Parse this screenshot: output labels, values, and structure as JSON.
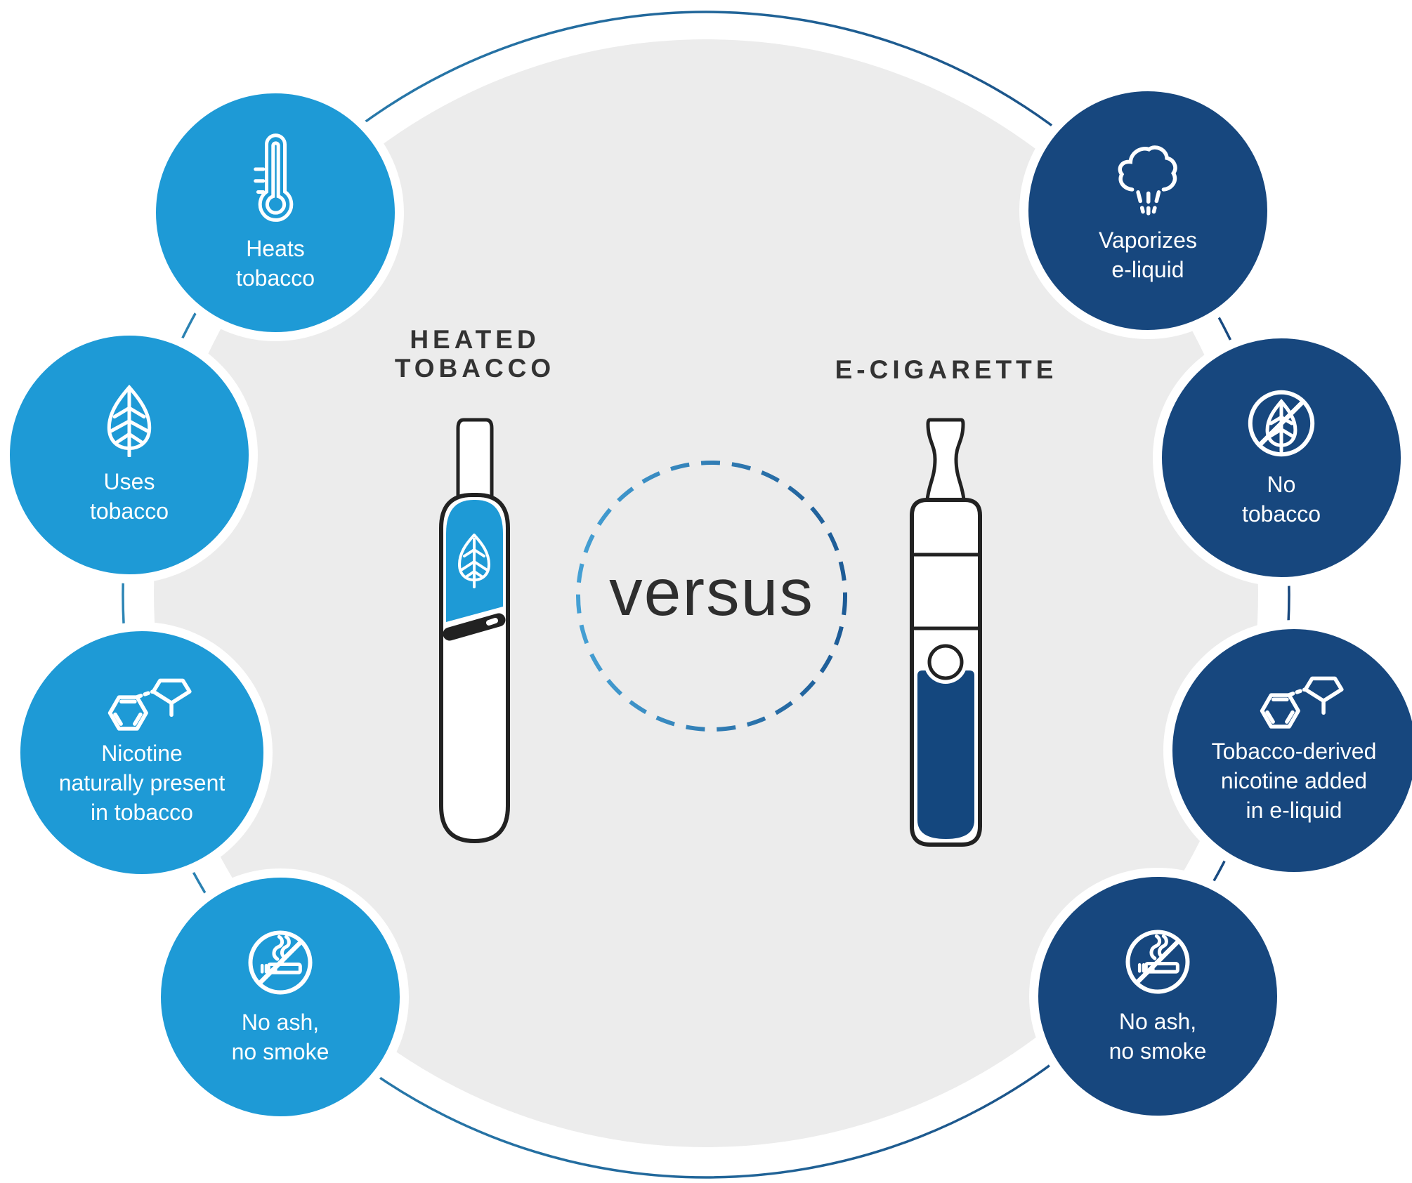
{
  "infographic": {
    "left_device": {
      "label_lines": [
        "HEATED",
        "TOBACCO"
      ]
    },
    "right_device": {
      "label": "E-CIGARETTE"
    },
    "versus_label": "versus",
    "bubbles": {
      "left": [
        {
          "icon": "thermometer-icon",
          "lines": [
            "Heats",
            "tobacco"
          ]
        },
        {
          "icon": "leaf-icon",
          "lines": [
            "Uses",
            "tobacco"
          ]
        },
        {
          "icon": "nicotine-molecule-icon",
          "lines": [
            "Nicotine",
            "naturally present",
            "in tobacco"
          ]
        },
        {
          "icon": "no-smoking-icon",
          "lines": [
            "No ash,",
            "no smoke"
          ]
        }
      ],
      "right": [
        {
          "icon": "vapor-cloud-icon",
          "lines": [
            "Vaporizes",
            "e-liquid"
          ]
        },
        {
          "icon": "no-tobacco-leaf-icon",
          "lines": [
            "No",
            "tobacco"
          ]
        },
        {
          "icon": "nicotine-molecule-icon",
          "lines": [
            "Tobacco-derived",
            "nicotine added",
            "in e-liquid"
          ]
        },
        {
          "icon": "no-smoking-icon",
          "lines": [
            "No ash,",
            "no smoke"
          ]
        }
      ]
    },
    "colors": {
      "light_blue": "#1e9ad6",
      "dark_blue": "#17477e",
      "ellipse_gray": "#ececec",
      "outline_dark": "#222222",
      "text_dark": "#333333",
      "liquid_blue": "#14477e",
      "arc_gradient_left": "#2c85b5",
      "arc_gradient_right": "#17477e"
    }
  }
}
